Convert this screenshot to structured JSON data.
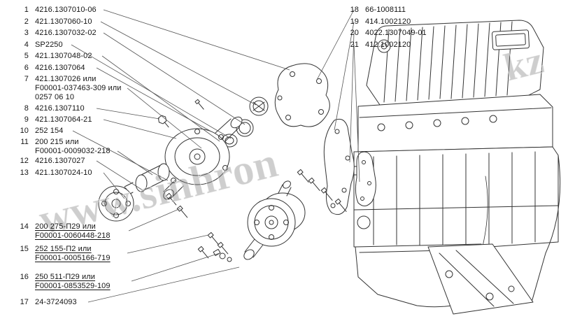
{
  "page": {
    "type": "exploded-parts-diagram",
    "subject": "engine water pump assembly",
    "background": "#ffffff",
    "line_color": "#333333"
  },
  "watermark": {
    "main": "www.sinhron",
    "secondary": "kz",
    "color": "#7d7d7d"
  },
  "callouts_left": [
    {
      "num": "1",
      "label": "4216.1307010-06"
    },
    {
      "num": "2",
      "label": "421.1307060-10"
    },
    {
      "num": "3",
      "label": "4216.1307032-02"
    },
    {
      "num": "4",
      "label": "SP2250"
    },
    {
      "num": "5",
      "label": "421.1307048-02"
    },
    {
      "num": "6",
      "label": "4216.1307064"
    },
    {
      "num": "7",
      "label": "421.1307026 или\nF00001-037463-309 или\n0257 06 10"
    },
    {
      "num": "8",
      "label": "4216.1307110"
    },
    {
      "num": "9",
      "label": "421.1307064-21"
    },
    {
      "num": "10",
      "label": "252 154"
    },
    {
      "num": "11",
      "label": "200 215 или\nF00001-0009032-218"
    },
    {
      "num": "12",
      "label": "4216.1307027"
    },
    {
      "num": "13",
      "label": "421.1307024-10"
    },
    {
      "num": "14",
      "label": "200 275-П29 или\nF00001-0060448-218"
    },
    {
      "num": "15",
      "label": "252 155-П2 или\nF00001-0005166-719"
    },
    {
      "num": "16",
      "label": "250 511-П29 или\nF00001-0853529-109"
    },
    {
      "num": "17",
      "label": "24-3724093"
    }
  ],
  "callouts_right": [
    {
      "num": "18",
      "label": "66-1008111"
    },
    {
      "num": "19",
      "label": "414.1002120"
    },
    {
      "num": "20",
      "label": "4022.1307049-01"
    },
    {
      "num": "21",
      "label": "412.1002120"
    }
  ]
}
